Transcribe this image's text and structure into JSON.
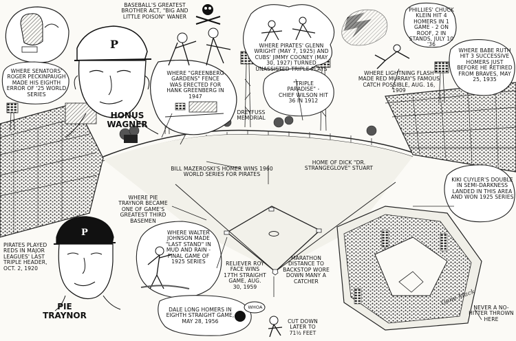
{
  "captions": {
    "peckinpaugh": "Where Senators' Roger Peckinpaugh made his eighth error of '25 World Series",
    "waner": "Baseball's greatest brother act, \"Big and Little Poison\" Waner",
    "greenberg": "Where \"Greenberg Gardens\" fence was erected for Hank Greenberg in 1947",
    "wright": "Where Pirates' Glenn Wright (May 7, 1925) and Cubs' Jimmy Cooney (May 30, 1927) turned unassisted triple plays",
    "triple_paradise": "\"Triple Paradise\" - Chief Wilson hit 36 in 1912",
    "klein": "Phillies' Chuck Klein hit 4 homers in 1 game - 2 on roof, 2 in stands, July 10 '36",
    "ruth": "Where Babe Ruth hit 3 successive homers just before he retired from Braves, May 25, 1935",
    "murray": "Where lightning flash made Red Murray's famous catch possible, Aug. 16, 1909",
    "dreyfuss": "Dreyfuss Memorial",
    "mazeroski": "Bill Mazeroski's homer wins 1960 World Series for Pirates",
    "stuart": "Home of Dick \"Dr. Strangeglove\" Stuart",
    "cuyler": "Kiki Cuyler's double in semi-darkness landed in this area and won 1925 series",
    "traynor_caption": "Where Pie Traynor became one of game's greatest third basemen",
    "johnson": "Where Walter Johnson made \"last stand\" in mud and rain - final game of 1925 series",
    "face": "Reliever Roy Face wins 17th straight game, Aug. 30, 1959",
    "marathon": "Marathon distance to backstop wore down many a catcher",
    "cut_down": "Cut down later to 71½ feet",
    "reds": "Pirates played Reds in major leagues' last triple header, Oct. 2, 1920",
    "long": "Dale Long homers in eighth straight game, May 28, 1956",
    "no_hitter": "Never a no-hitter thrown here",
    "whoa": "Whoa"
  },
  "names": {
    "wagner_line1": "Honus",
    "wagner_line2": "Wagner",
    "traynor_line1": "Pie",
    "traynor_line2": "Traynor"
  },
  "signature": "Gene Mack",
  "colors": {
    "ink": "#1a1a1a",
    "paper": "#fbfaf6",
    "grass_shade": "#e9e7df"
  }
}
